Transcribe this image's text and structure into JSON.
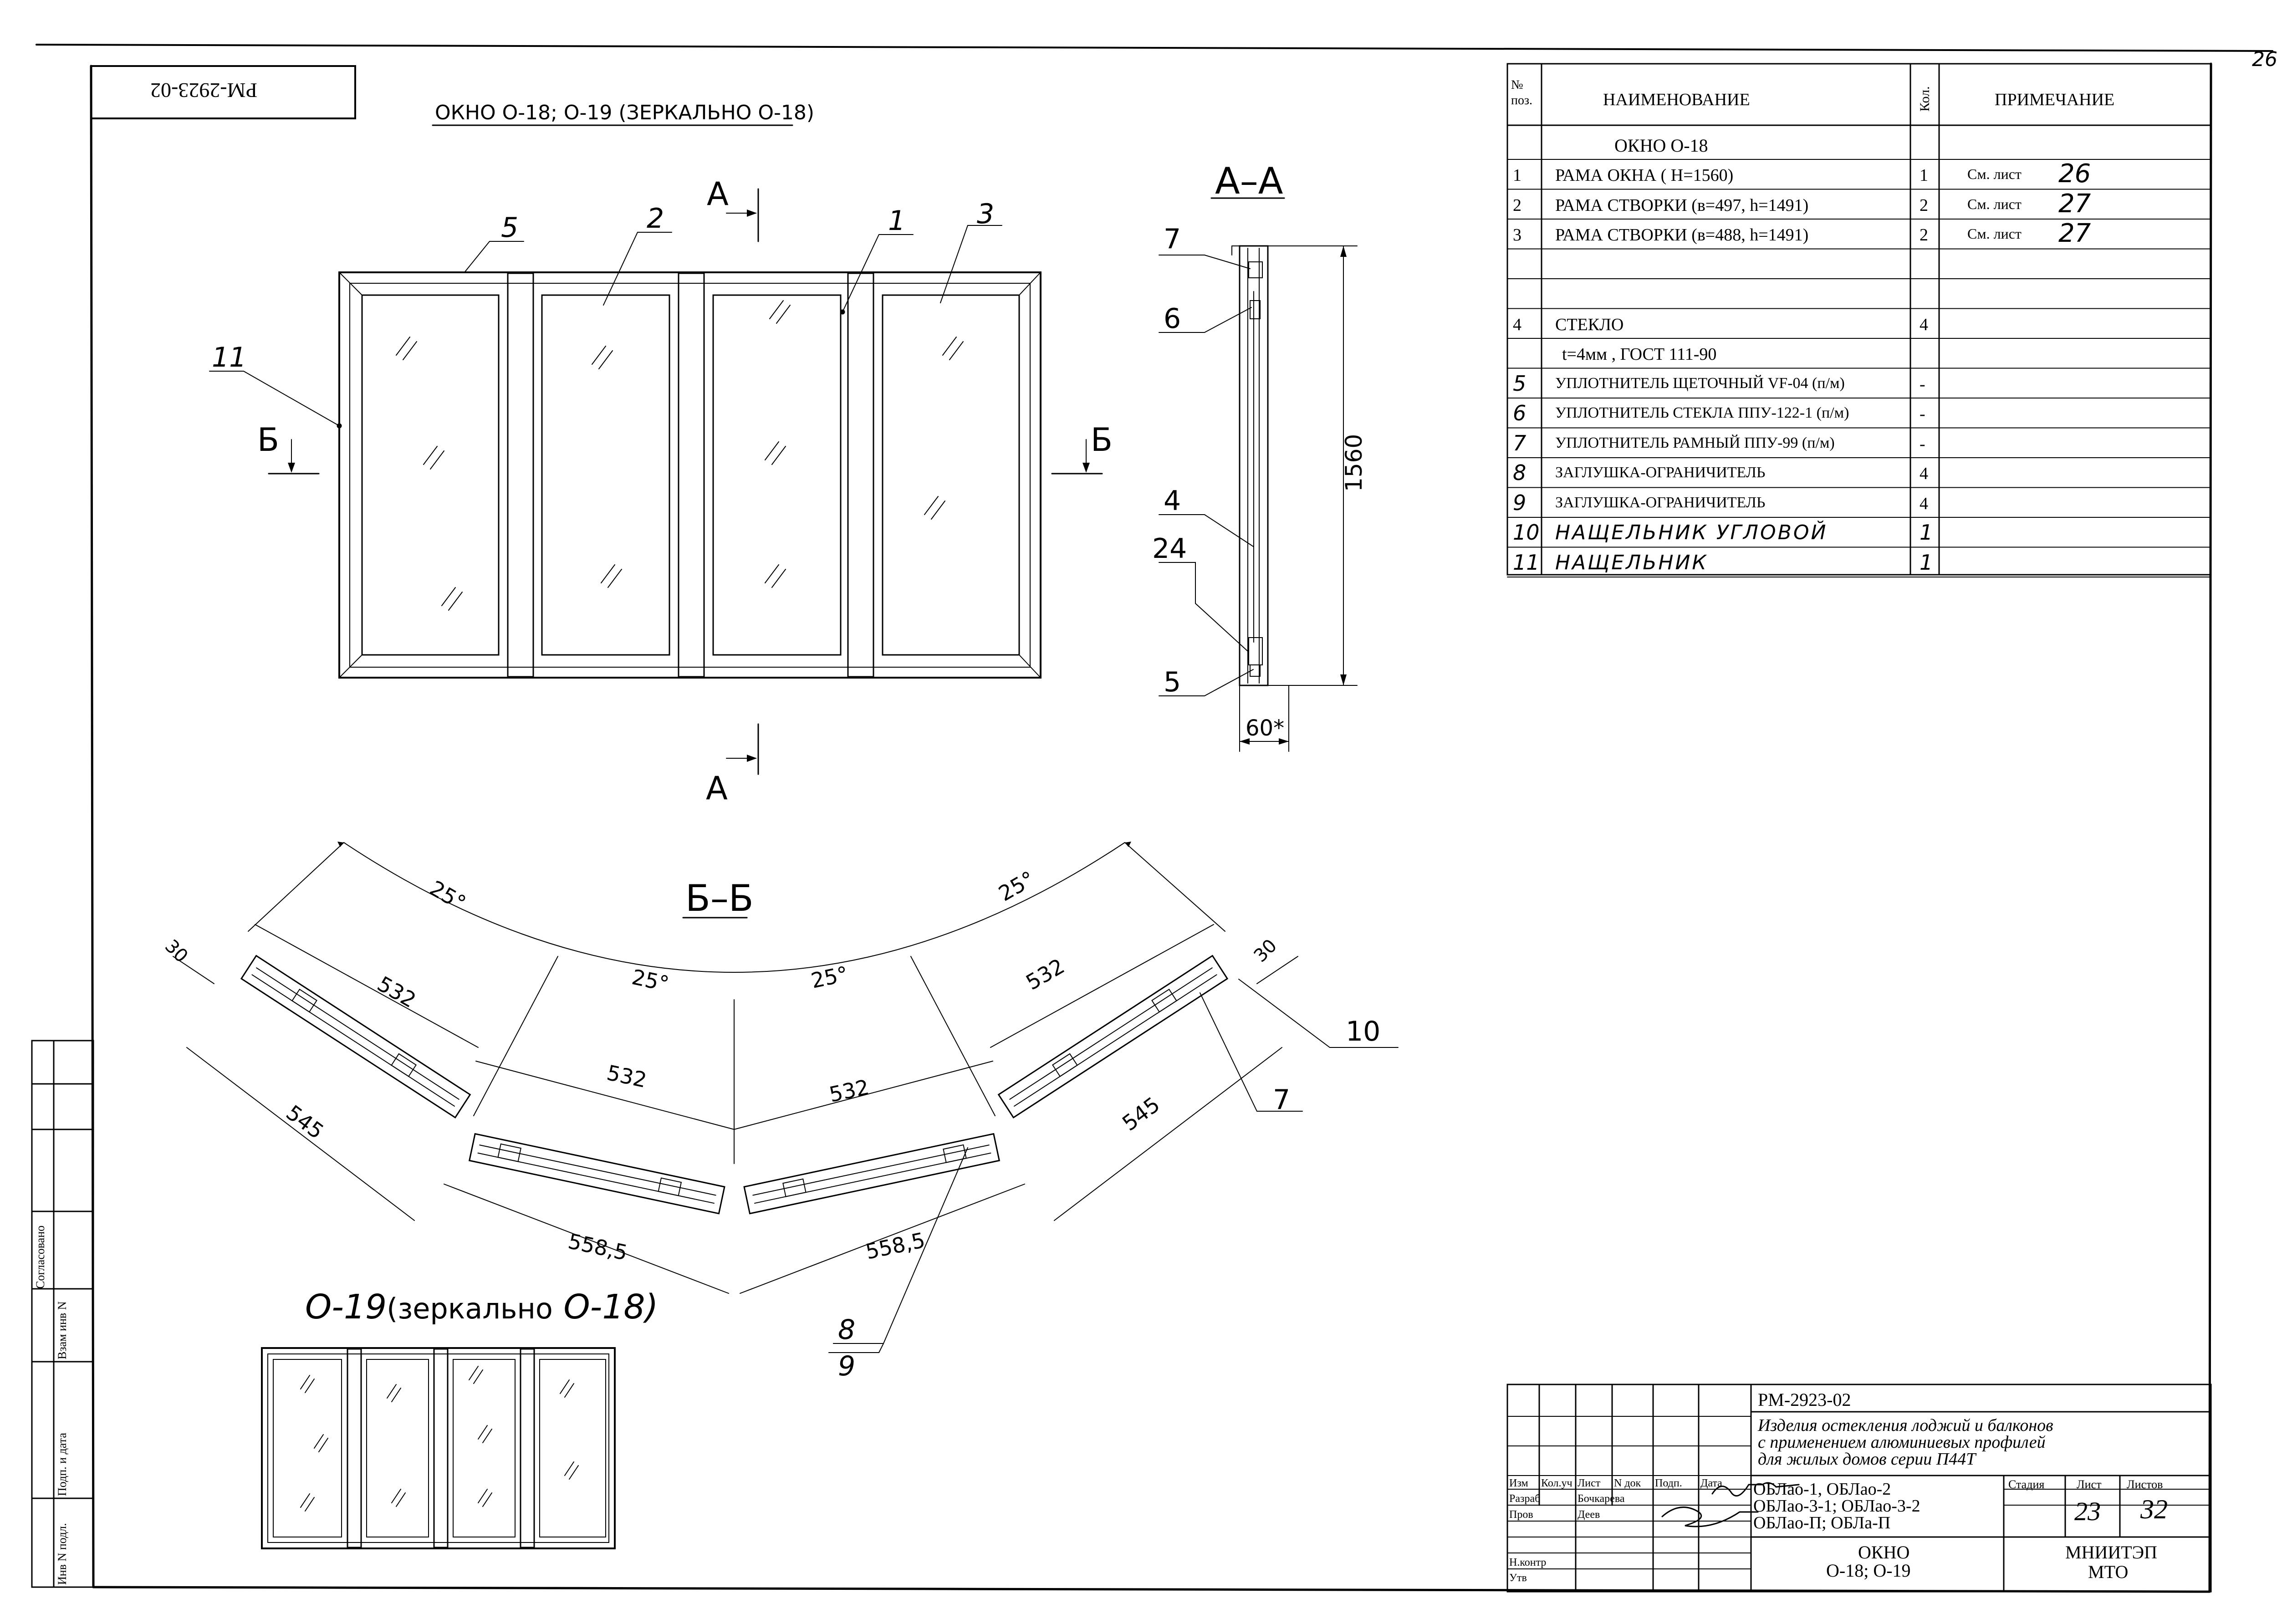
{
  "doc_code_rotated": "РМ-2923-02",
  "sheet_corner_number": "26",
  "main_title": "ОКНО О-18;  О-19 (ЗЕРКАЛЬНО  О-18)",
  "sections": {
    "aa_title": "А–А",
    "bb_title": "Б–Б",
    "cut_a": "А",
    "cut_b": "Б"
  },
  "elevation_callouts": [
    "5",
    "2",
    "1",
    "3",
    "11"
  ],
  "section_aa": {
    "callouts": [
      "7",
      "6",
      "4",
      "24",
      "5"
    ],
    "height_dim": "1560",
    "depth_dim": "60*"
  },
  "plan_bb": {
    "angles": [
      "25°",
      "25°",
      "25°",
      "25°"
    ],
    "dims": [
      "532",
      "532",
      "532",
      "532",
      "545",
      "545",
      "558,5",
      "558,5",
      "30",
      "30"
    ],
    "callouts": [
      "10",
      "7",
      "8",
      "9"
    ]
  },
  "mirror_title_main": "О-19",
  "mirror_title_note": "(зеркально",
  "mirror_title_ref": "О-18)",
  "spec": {
    "header": {
      "pos": "№ поз.",
      "name": "НАИМЕНОВАНИЕ",
      "qty": "Кол.",
      "note": "ПРИМЕЧАНИЕ"
    },
    "group_title": "ОКНО О-18",
    "rows": [
      {
        "pos": "1",
        "name": "РАМА ОКНА  ( Н=1560)",
        "qty": "1",
        "note_prefix": "См. лист",
        "note_sheet": "26"
      },
      {
        "pos": "2",
        "name": "РАМА СТВОРКИ  (в=497, h=1491)",
        "qty": "2",
        "note_prefix": "См. лист",
        "note_sheet": "27"
      },
      {
        "pos": "3",
        "name": "РАМА СТВОРКИ  (в=488, h=1491)",
        "qty": "2",
        "note_prefix": "См. лист",
        "note_sheet": "27"
      },
      {
        "pos": "",
        "name": "",
        "qty": "",
        "note_prefix": "",
        "note_sheet": ""
      },
      {
        "pos": "",
        "name": "",
        "qty": "",
        "note_prefix": "",
        "note_sheet": ""
      },
      {
        "pos": "4",
        "name": "СТЕКЛО",
        "qty": "4",
        "note_prefix": "",
        "note_sheet": ""
      },
      {
        "pos": "",
        "name": "t=4мм , ГОСТ 111-90",
        "qty": "",
        "note_prefix": "",
        "note_sheet": ""
      },
      {
        "pos": "5",
        "name": "УПЛОТНИТЕЛЬ ЩЕТОЧНЫЙ  VF-04 (п/м)",
        "qty": "-",
        "note_prefix": "",
        "note_sheet": ""
      },
      {
        "pos": "6",
        "name": "УПЛОТНИТЕЛЬ СТЕКЛА ППУ-122-1  (п/м)",
        "qty": "-",
        "note_prefix": "",
        "note_sheet": ""
      },
      {
        "pos": "7",
        "name": "УПЛОТНИТЕЛЬ РАМНЫЙ ППУ-99  (п/м)",
        "qty": "-",
        "note_prefix": "",
        "note_sheet": ""
      },
      {
        "pos": "8",
        "name": "ЗАГЛУШКА-ОГРАНИЧИТЕЛЬ",
        "qty": "4",
        "note_prefix": "",
        "note_sheet": ""
      },
      {
        "pos": "9",
        "name": "ЗАГЛУШКА-ОГРАНИЧИТЕЛЬ",
        "qty": "4",
        "note_prefix": "",
        "note_sheet": ""
      },
      {
        "pos": "10",
        "name": "НАЩЕЛЬНИК  УГЛОВОЙ",
        "qty": "1",
        "note_prefix": "",
        "note_sheet": ""
      },
      {
        "pos": "11",
        "name": "НАЩЕЛЬНИК",
        "qty": "1",
        "note_prefix": "",
        "note_sheet": ""
      }
    ]
  },
  "left_strip": {
    "labels": [
      "Согласовано",
      "Взам инв N",
      "Подп. и дата",
      "Инв N подл."
    ]
  },
  "title_block": {
    "doc_code": "РМ-2923-02",
    "description": [
      "Изделия остекления лоджий и балконов",
      "с применением алюминиевых профилей",
      "для жилых домов серии П44Т"
    ],
    "series": [
      "ОБЛао-1, ОБЛао-2",
      "ОБЛао-3-1;  ОБЛао-3-2",
      "ОБЛао-П;  ОБЛа-П"
    ],
    "col_headers": [
      "Изм",
      "Кол.уч",
      "Лист",
      "N док",
      "Подп.",
      "Дата"
    ],
    "roles": [
      {
        "role": "Разраб",
        "name": "Бочкарева"
      },
      {
        "role": "Пров",
        "name": "Деев"
      },
      {
        "role": "Н.контр",
        "name": ""
      },
      {
        "role": "Утв",
        "name": ""
      }
    ],
    "stage_label": "Стадия",
    "sheet_label": "Лист",
    "sheets_label": "Листов",
    "sheet": "23",
    "sheets": "32",
    "drawing_name": "ОКНО",
    "drawing_sub": "О-18;  О-19",
    "org1": "МНИИТЭП",
    "org2": "МТО"
  }
}
